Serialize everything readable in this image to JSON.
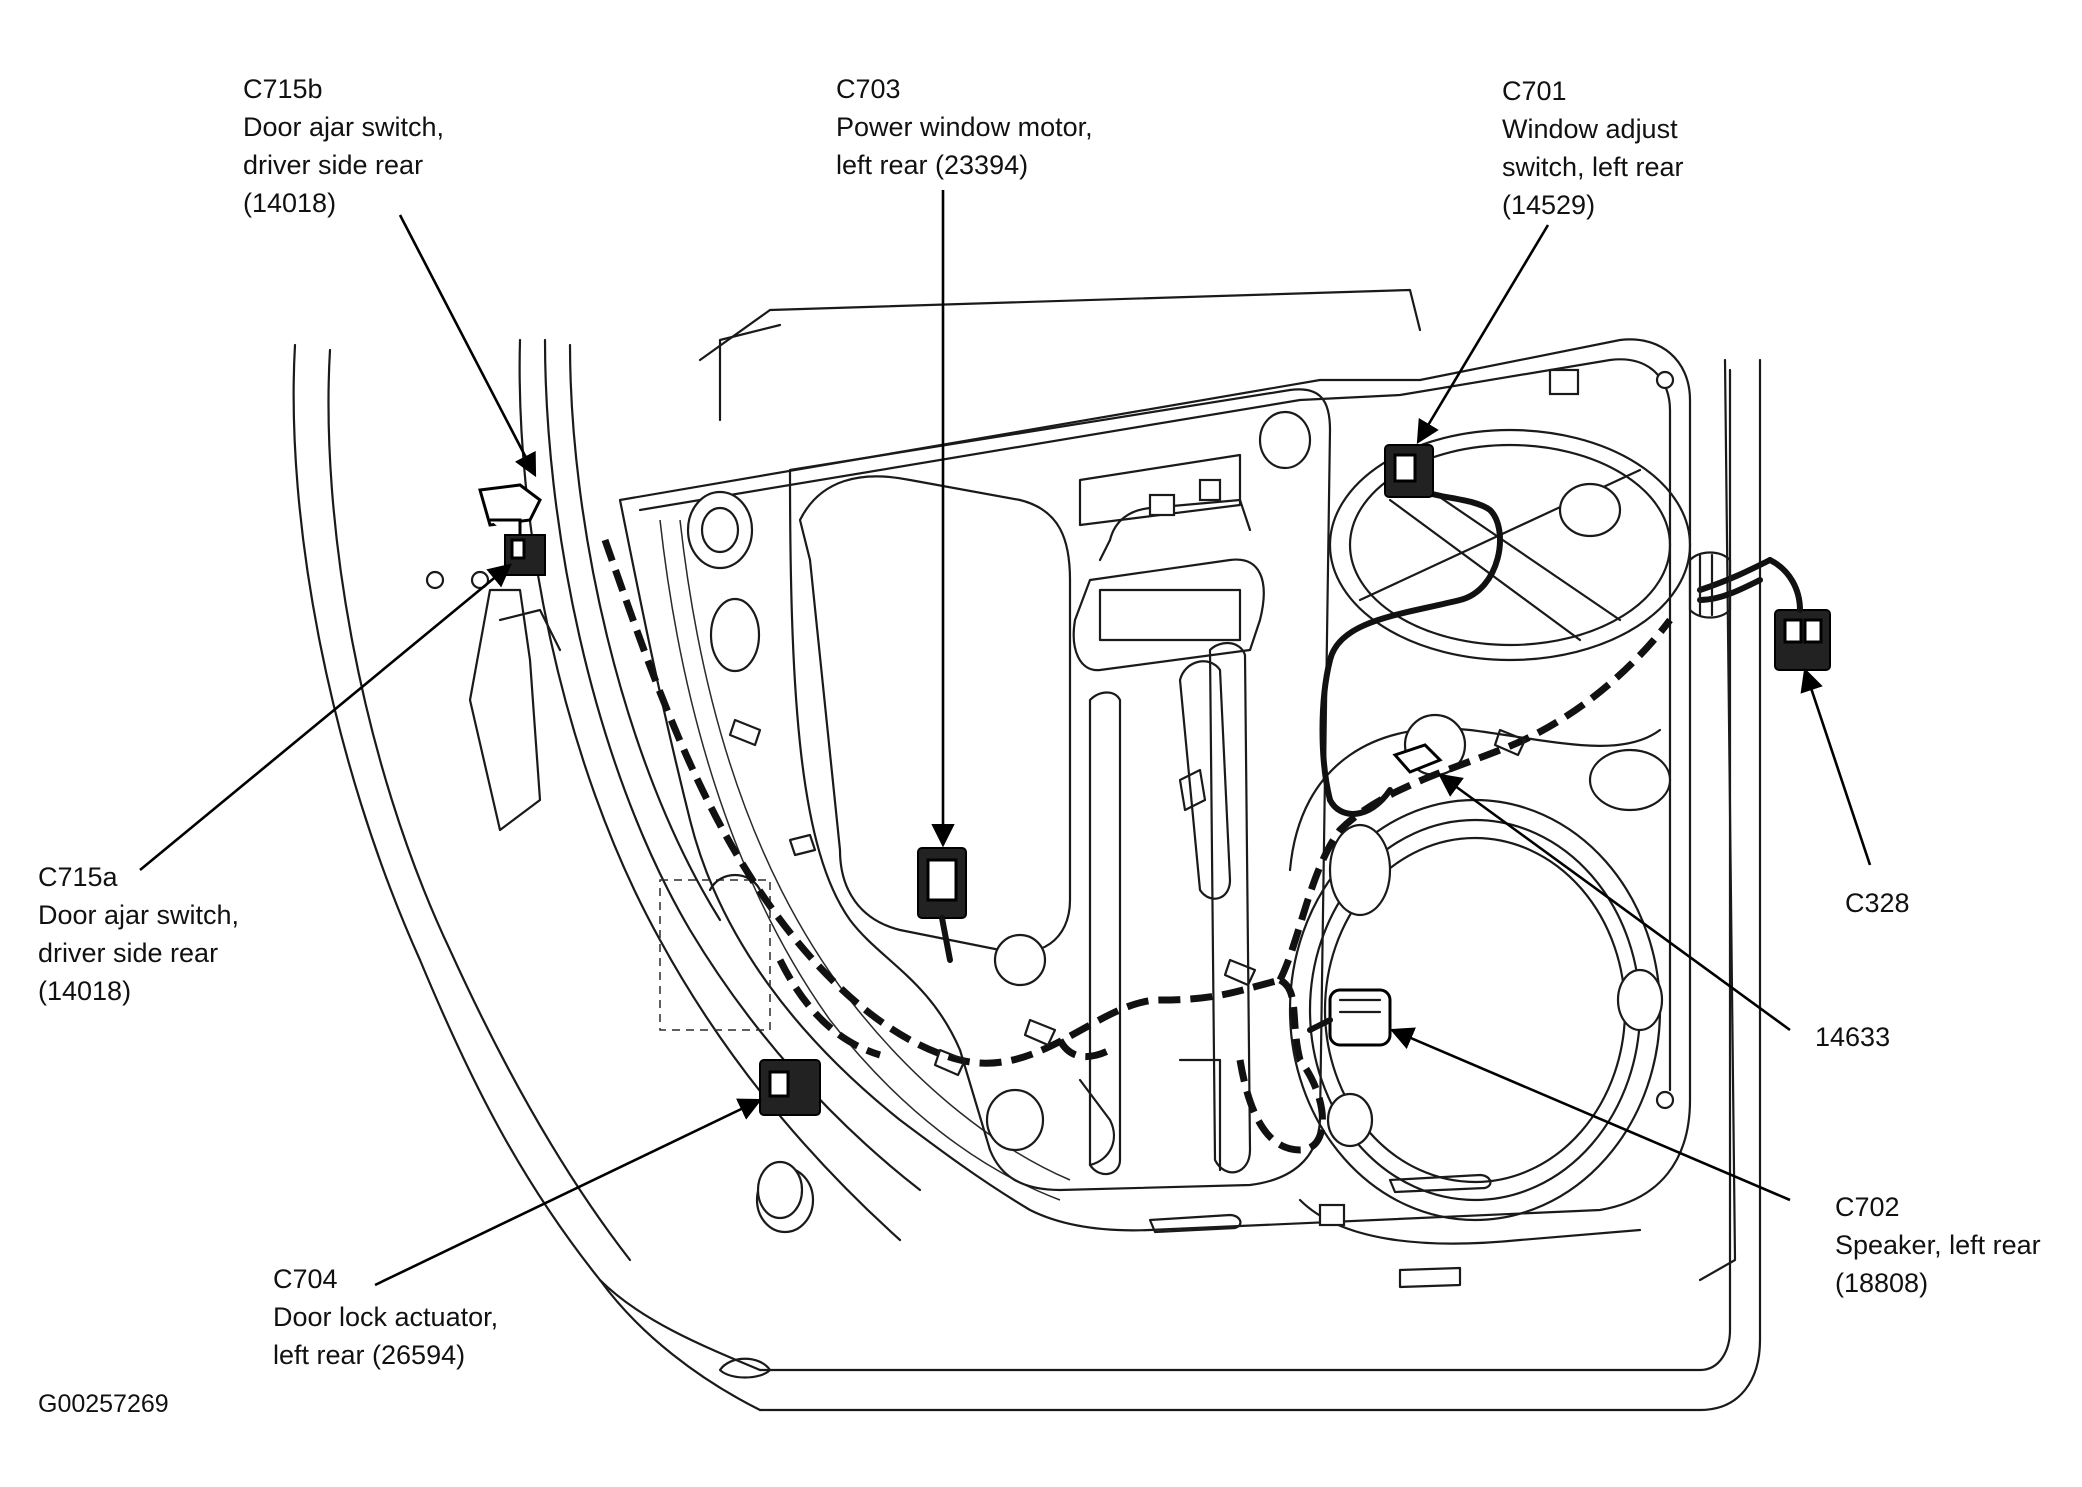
{
  "figure_id": "G00257269",
  "callouts": [
    {
      "code": "C715b",
      "lines": [
        "Door ajar switch,",
        "driver side rear",
        "(14018)"
      ]
    },
    {
      "code": "C703",
      "lines": [
        "Power window motor,",
        "left rear (23394)"
      ]
    },
    {
      "code": "C701",
      "lines": [
        "Window adjust",
        "switch, left rear",
        "(14529)"
      ]
    },
    {
      "code": "C715a",
      "lines": [
        "Door ajar switch,",
        "driver side rear",
        "(14018)"
      ]
    },
    {
      "code": "C328",
      "lines": []
    },
    {
      "code": "14633",
      "lines": []
    },
    {
      "code": "C702",
      "lines": [
        "Speaker, left rear",
        "(18808)"
      ]
    },
    {
      "code": "C704",
      "lines": [
        "Door lock actuator,",
        "left rear (26594)"
      ]
    }
  ]
}
